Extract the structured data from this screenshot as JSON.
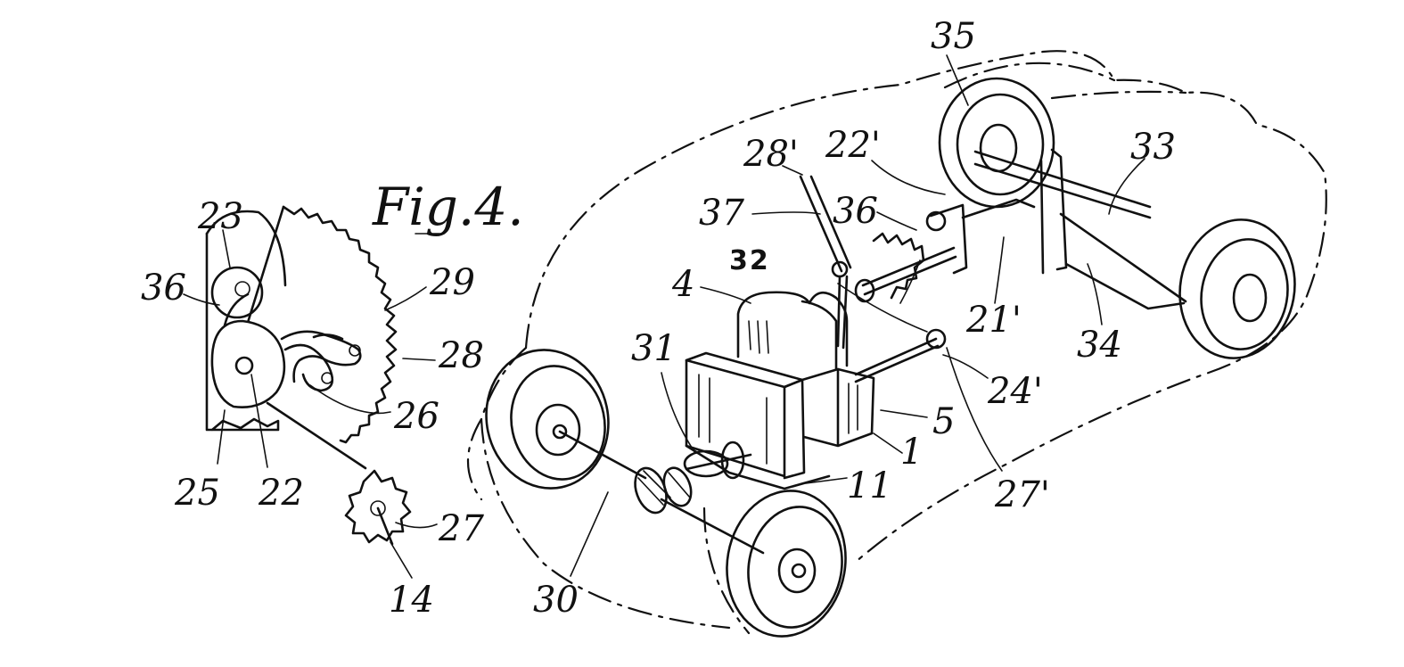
{
  "figure": {
    "title": "Fig.4.",
    "detail_labels": [
      {
        "id": "23",
        "text": "23"
      },
      {
        "id": "36",
        "text": "36"
      },
      {
        "id": "29",
        "text": "29"
      },
      {
        "id": "28",
        "text": "28"
      },
      {
        "id": "26",
        "text": "26"
      },
      {
        "id": "25",
        "text": "25"
      },
      {
        "id": "22",
        "text": "22"
      },
      {
        "id": "27",
        "text": "27"
      },
      {
        "id": "14",
        "text": "14"
      }
    ],
    "vehicle_labels": [
      {
        "id": "35",
        "text": "35"
      },
      {
        "id": "22p",
        "text": "22'"
      },
      {
        "id": "28p",
        "text": "28'"
      },
      {
        "id": "33",
        "text": "33"
      },
      {
        "id": "37",
        "text": "37"
      },
      {
        "id": "36v",
        "text": "36"
      },
      {
        "id": "32",
        "text": "32"
      },
      {
        "id": "4",
        "text": "4"
      },
      {
        "id": "21p",
        "text": "21'"
      },
      {
        "id": "34",
        "text": "34"
      },
      {
        "id": "31",
        "text": "31"
      },
      {
        "id": "5",
        "text": "5"
      },
      {
        "id": "24p",
        "text": "24'"
      },
      {
        "id": "1",
        "text": "1"
      },
      {
        "id": "11",
        "text": "11"
      },
      {
        "id": "27p",
        "text": "27'"
      },
      {
        "id": "30",
        "text": "30"
      }
    ]
  }
}
